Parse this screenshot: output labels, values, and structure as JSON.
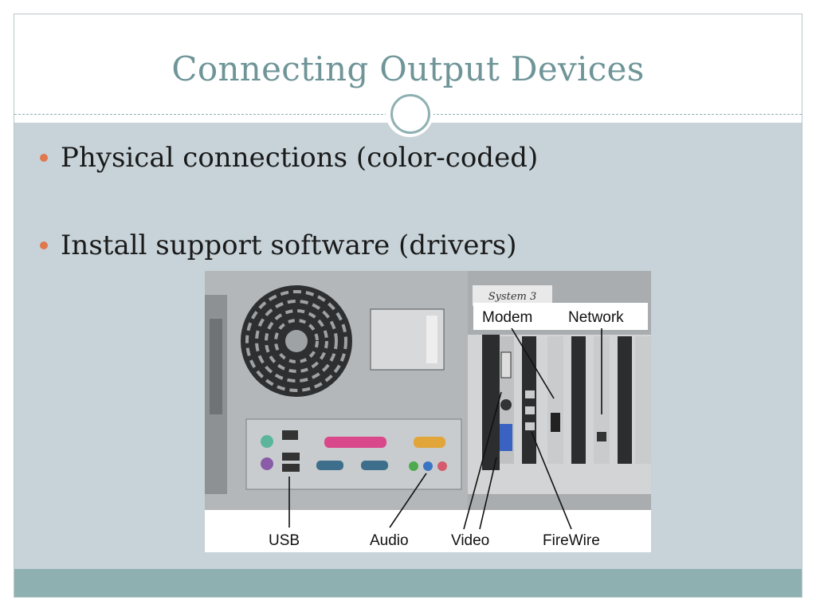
{
  "slide": {
    "title": "Connecting Output Devices",
    "bullets": [
      "Physical connections (color-coded)",
      "Install support software (drivers)"
    ]
  },
  "photo": {
    "top_labels": [
      "Modem",
      "Network"
    ],
    "bottom_labels": [
      "USB",
      "Audio",
      "Video",
      "FireWire"
    ],
    "handwritten_note": "System 3"
  },
  "colors": {
    "title": "#6f9598",
    "bullet": "#e0784f",
    "content_bg": "#c7d3d9",
    "footer": "#8fb0b0"
  }
}
